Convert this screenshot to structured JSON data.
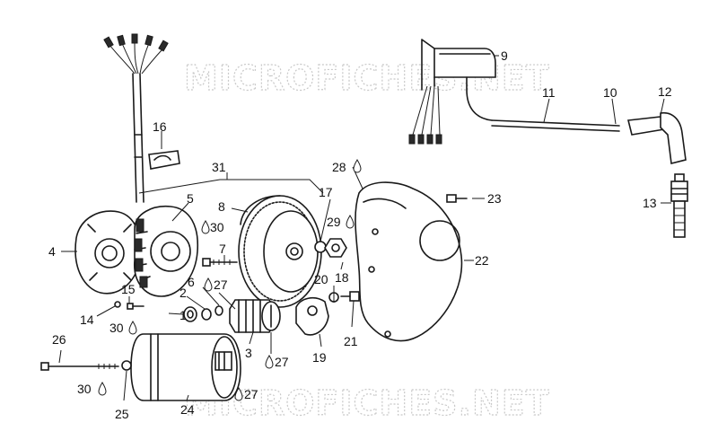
{
  "watermark": {
    "top": "MICROFICHES.NET",
    "bottom": "MICROFICHES.NET"
  },
  "labels": {
    "p1": "1",
    "p2": "2",
    "p3": "3",
    "p4": "4",
    "p5": "5",
    "p6": "6",
    "p7": "7",
    "p8": "8",
    "p9": "9",
    "p10": "10",
    "p11": "11",
    "p12": "12",
    "p13": "13",
    "p14": "14",
    "p15": "15",
    "p16": "16",
    "p17": "17",
    "p18": "18",
    "p19": "19",
    "p20": "20",
    "p21": "21",
    "p22": "22",
    "p23": "23",
    "p24": "24",
    "p25": "25",
    "p26": "26",
    "p27a": "27",
    "p27b": "27",
    "p27c": "27",
    "p28": "28",
    "p29": "29",
    "p30a": "30",
    "p30b": "30",
    "p30c": "30",
    "p31": "31"
  },
  "icons": {
    "lubricant": "oil-drop-icon"
  }
}
